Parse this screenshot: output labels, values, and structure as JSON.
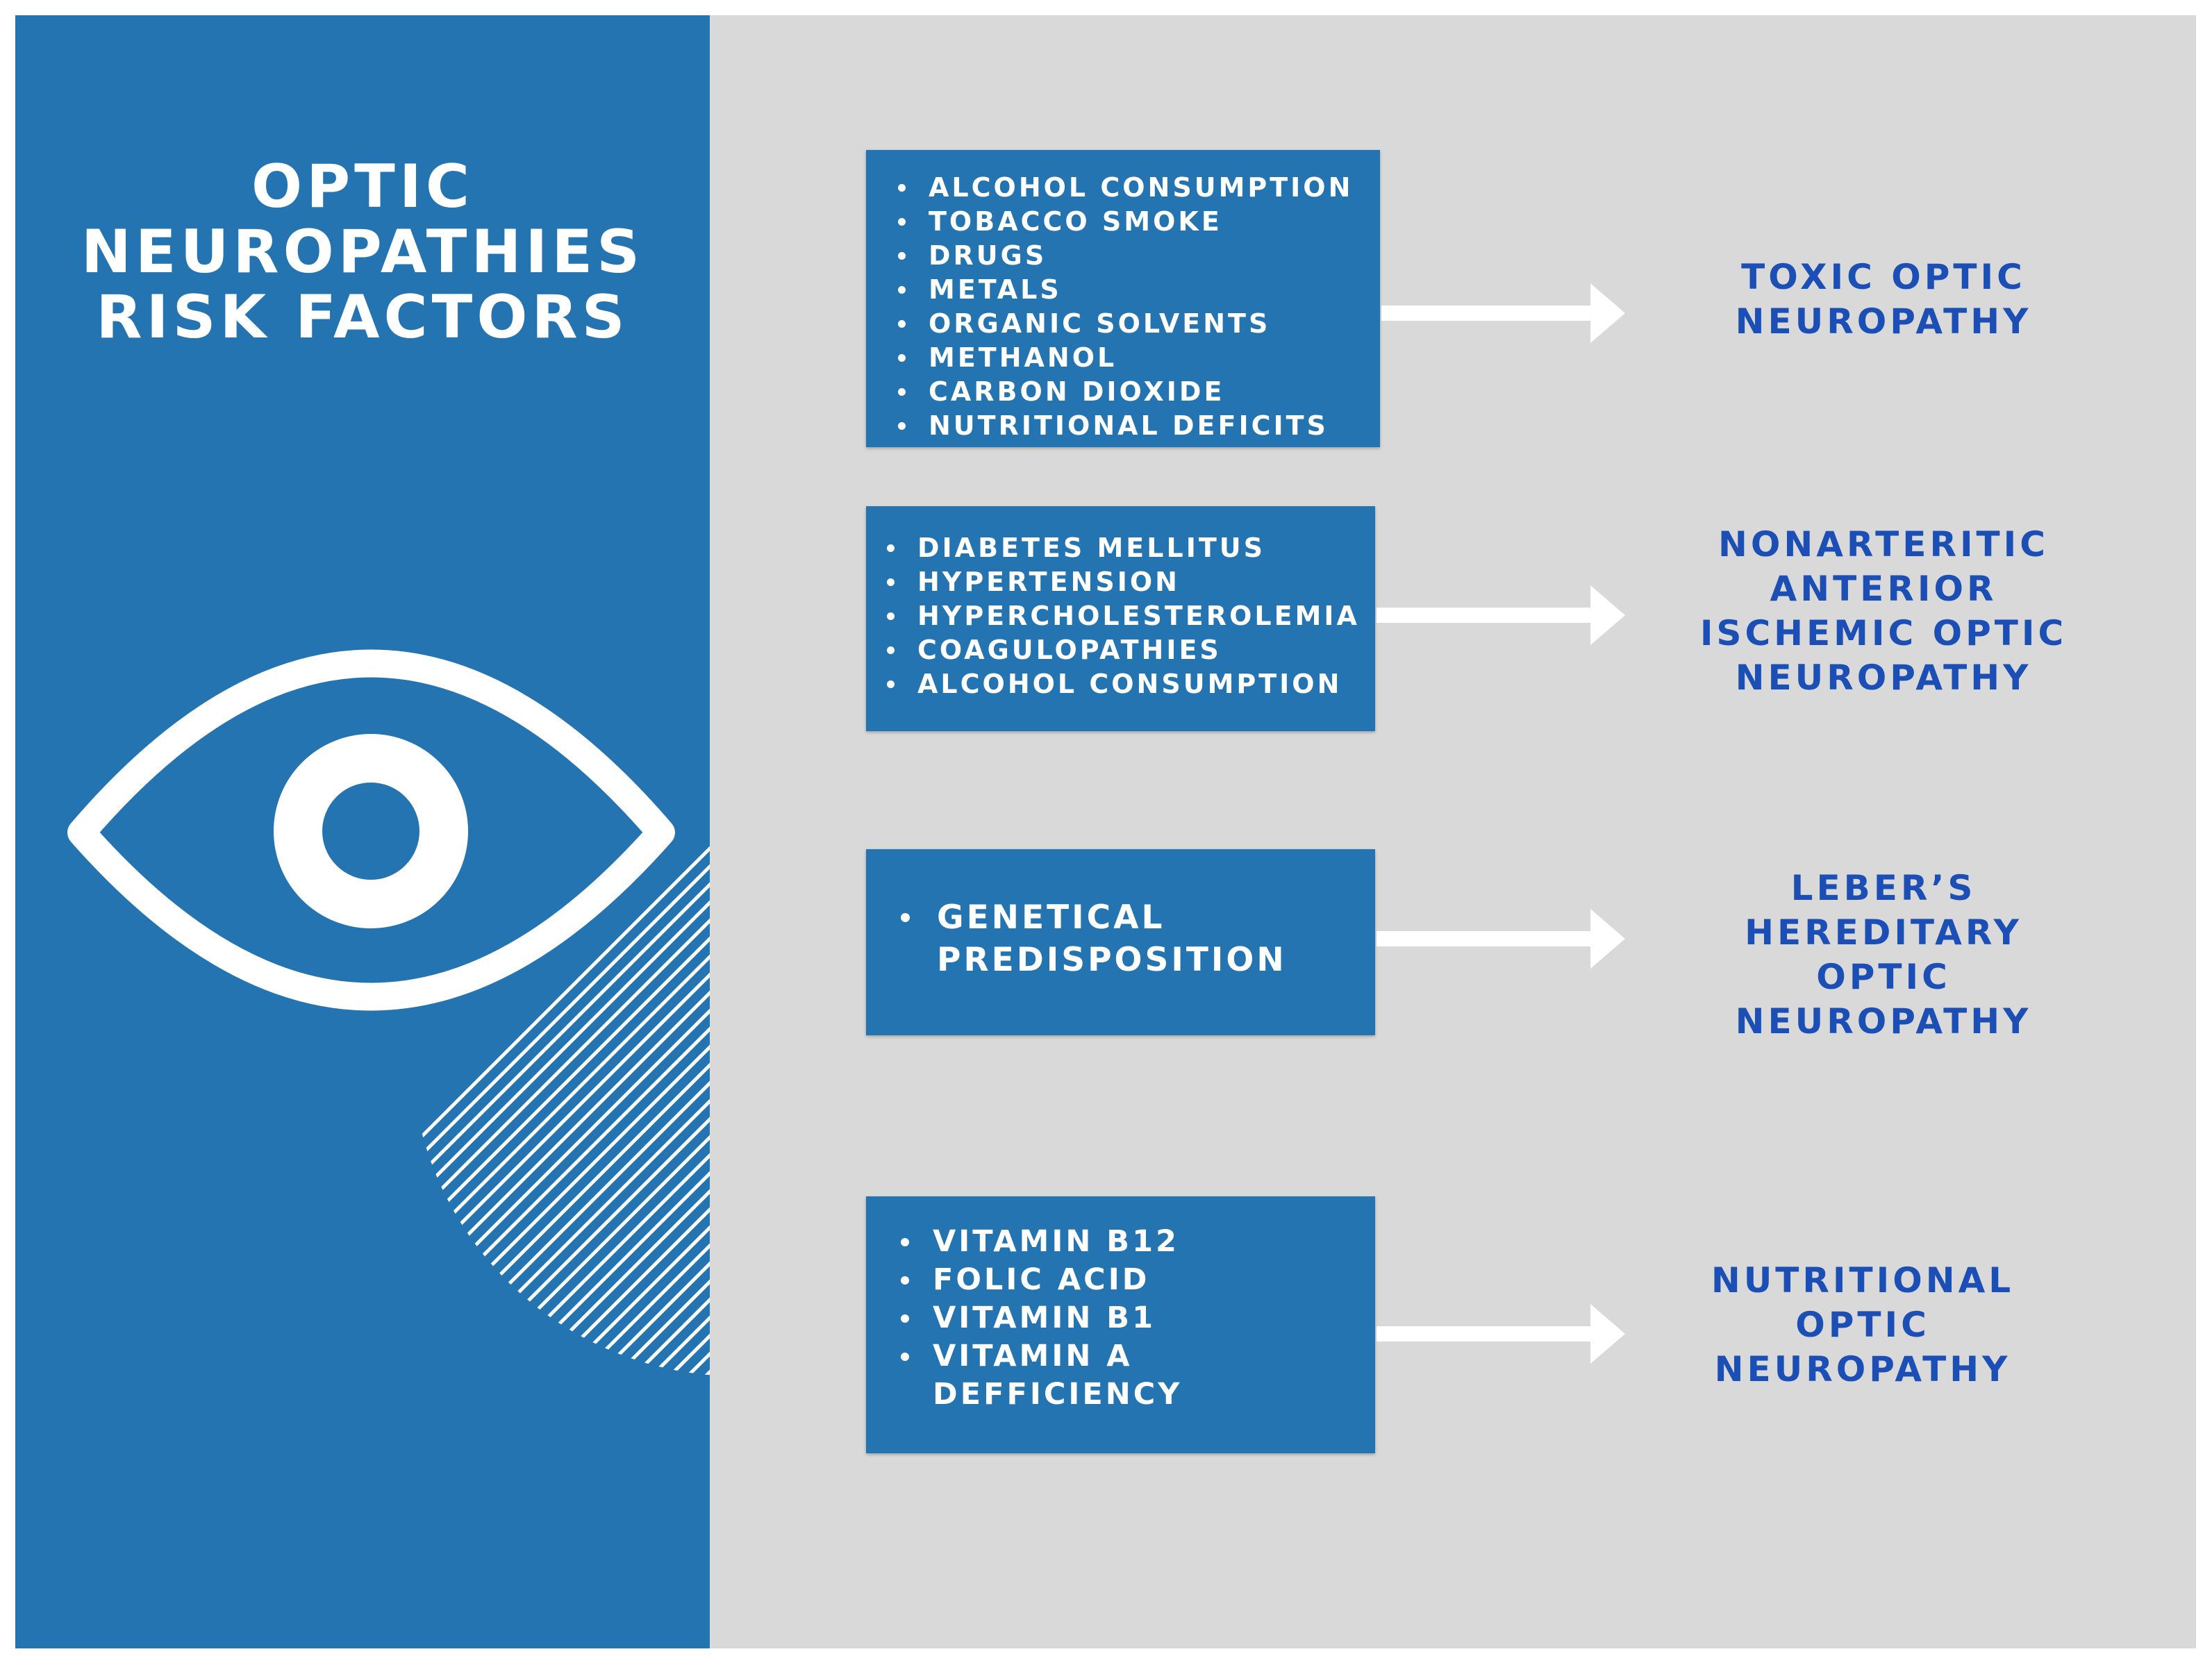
{
  "title": {
    "line1": "OPTIC",
    "line2": "NEUROPATHIES",
    "line3": "RISK FACTORS"
  },
  "colors": {
    "primary_blue": "#2574b2",
    "panel_gray": "#d9d9d9",
    "condition_text": "#1c4fb5",
    "white": "#ffffff"
  },
  "icons": [
    "eye-icon",
    "hatched-circle-decoration",
    "arrow-right-icon"
  ],
  "groups": [
    {
      "risk_factors": [
        "ALCOHOL CONSUMPTION",
        "TOBACCO SMOKE",
        "DRUGS",
        "METALS",
        "ORGANIC SOLVENTS",
        "METHANOL",
        "CARBON DIOXIDE",
        "NUTRITIONAL DEFICITS"
      ],
      "condition": [
        "TOXIC OPTIC",
        "NEUROPATHY"
      ]
    },
    {
      "risk_factors": [
        "DIABETES MELLITUS",
        "HYPERTENSION",
        "HYPERCHOLESTEROLEMIA",
        "COAGULOPATHIES",
        "ALCOHOL CONSUMPTION"
      ],
      "condition": [
        "NONARTERITIC",
        "ANTERIOR",
        "ISCHEMIC OPTIC",
        "NEUROPATHY"
      ]
    },
    {
      "risk_factors_lines": [
        "GENETICAL",
        "PREDISPOSITION"
      ],
      "condition": [
        "LEBER’S",
        "HEREDITARY",
        "OPTIC",
        "NEUROPATHY"
      ]
    },
    {
      "risk_factors": [
        "VITAMIN B12",
        "FOLIC ACID",
        "VITAMIN B1",
        "VITAMIN A"
      ],
      "risk_factors_continuation": "DEFFICIENCY",
      "condition": [
        "NUTRITIONAL",
        "OPTIC",
        "NEUROPATHY"
      ]
    }
  ]
}
